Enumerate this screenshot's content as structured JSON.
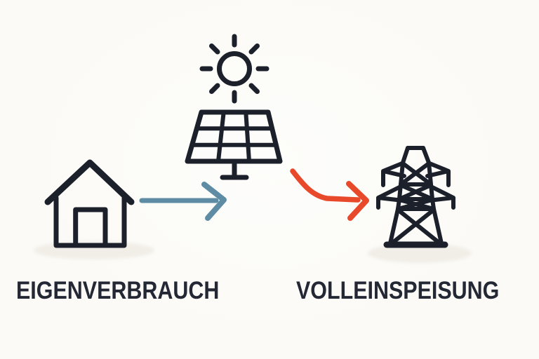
{
  "colors": {
    "bg": "#fbfaf6",
    "ink": "#1b202a",
    "text": "#232834",
    "blue": "#5d8ca4",
    "red": "#e8492b",
    "shadow": "#f1eee7"
  },
  "labels": {
    "eigenverbrauch": "EIGENVERBRAUCH",
    "volleinspeisung": "VOLLEINSPEISUNG"
  },
  "icons": [
    {
      "name": "sun-icon",
      "meaning": "sun with 8 rays above solar panel"
    },
    {
      "name": "solar-panel-icon",
      "meaning": "3x3 tilted solar panel on stand"
    },
    {
      "name": "house-icon",
      "meaning": "house with door, self-consumption side"
    },
    {
      "name": "power-pylon-icon",
      "meaning": "electricity transmission tower, grid feed-in side"
    }
  ],
  "arrows": [
    {
      "name": "self-consumption-arrow",
      "from": "house",
      "to": "solar-panel",
      "color": "#5d8ca4",
      "shape": "straight-right"
    },
    {
      "name": "feed-in-arrow",
      "from": "solar-panel",
      "to": "power-pylon",
      "color": "#e8492b",
      "shape": "curved-down-right"
    }
  ]
}
